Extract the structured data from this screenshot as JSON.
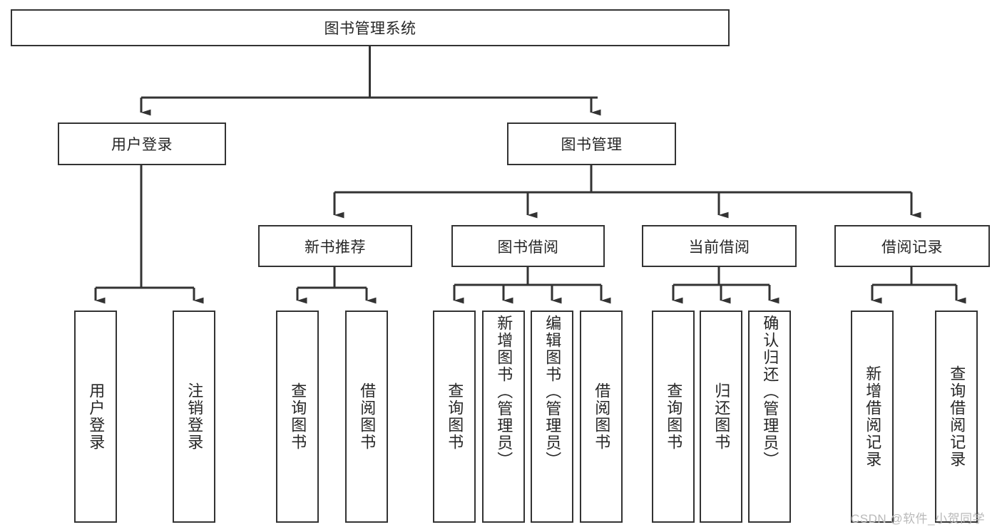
{
  "diagram": {
    "title": "图书管理系统",
    "type": "hierarchy-tree",
    "style": {
      "box_border_color": "#333333",
      "box_fill_color": "#ffffff",
      "line_color": "#333333",
      "text_color": "#262626",
      "background_color": "#ffffff"
    },
    "root": {
      "label": "图书管理系统"
    },
    "level1": [
      {
        "label": "用户登录"
      },
      {
        "label": "图书管理"
      }
    ],
    "level2": [
      {
        "label": "新书推荐"
      },
      {
        "label": "图书借阅"
      },
      {
        "label": "当前借阅"
      },
      {
        "label": "借阅记录"
      }
    ],
    "leaves": {
      "user_login": [
        {
          "label": "用户登录"
        },
        {
          "label": "注销登录"
        }
      ],
      "new_book_recommend": [
        {
          "label": "查询图书"
        },
        {
          "label": "借阅图书"
        }
      ],
      "book_borrow": [
        {
          "label": "查询图书"
        },
        {
          "label": "新增图书（管理员）"
        },
        {
          "label": "编辑图书（管理员）"
        },
        {
          "label": "借阅图书"
        }
      ],
      "current_borrow": [
        {
          "label": "查询图书"
        },
        {
          "label": "归还图书"
        },
        {
          "label": "确认归还（管理员）"
        }
      ],
      "borrow_record": [
        {
          "label": "新增借阅记录"
        },
        {
          "label": "查询借阅记录"
        }
      ]
    }
  },
  "watermark": {
    "text": "CSDN @软件_小贺同学"
  }
}
